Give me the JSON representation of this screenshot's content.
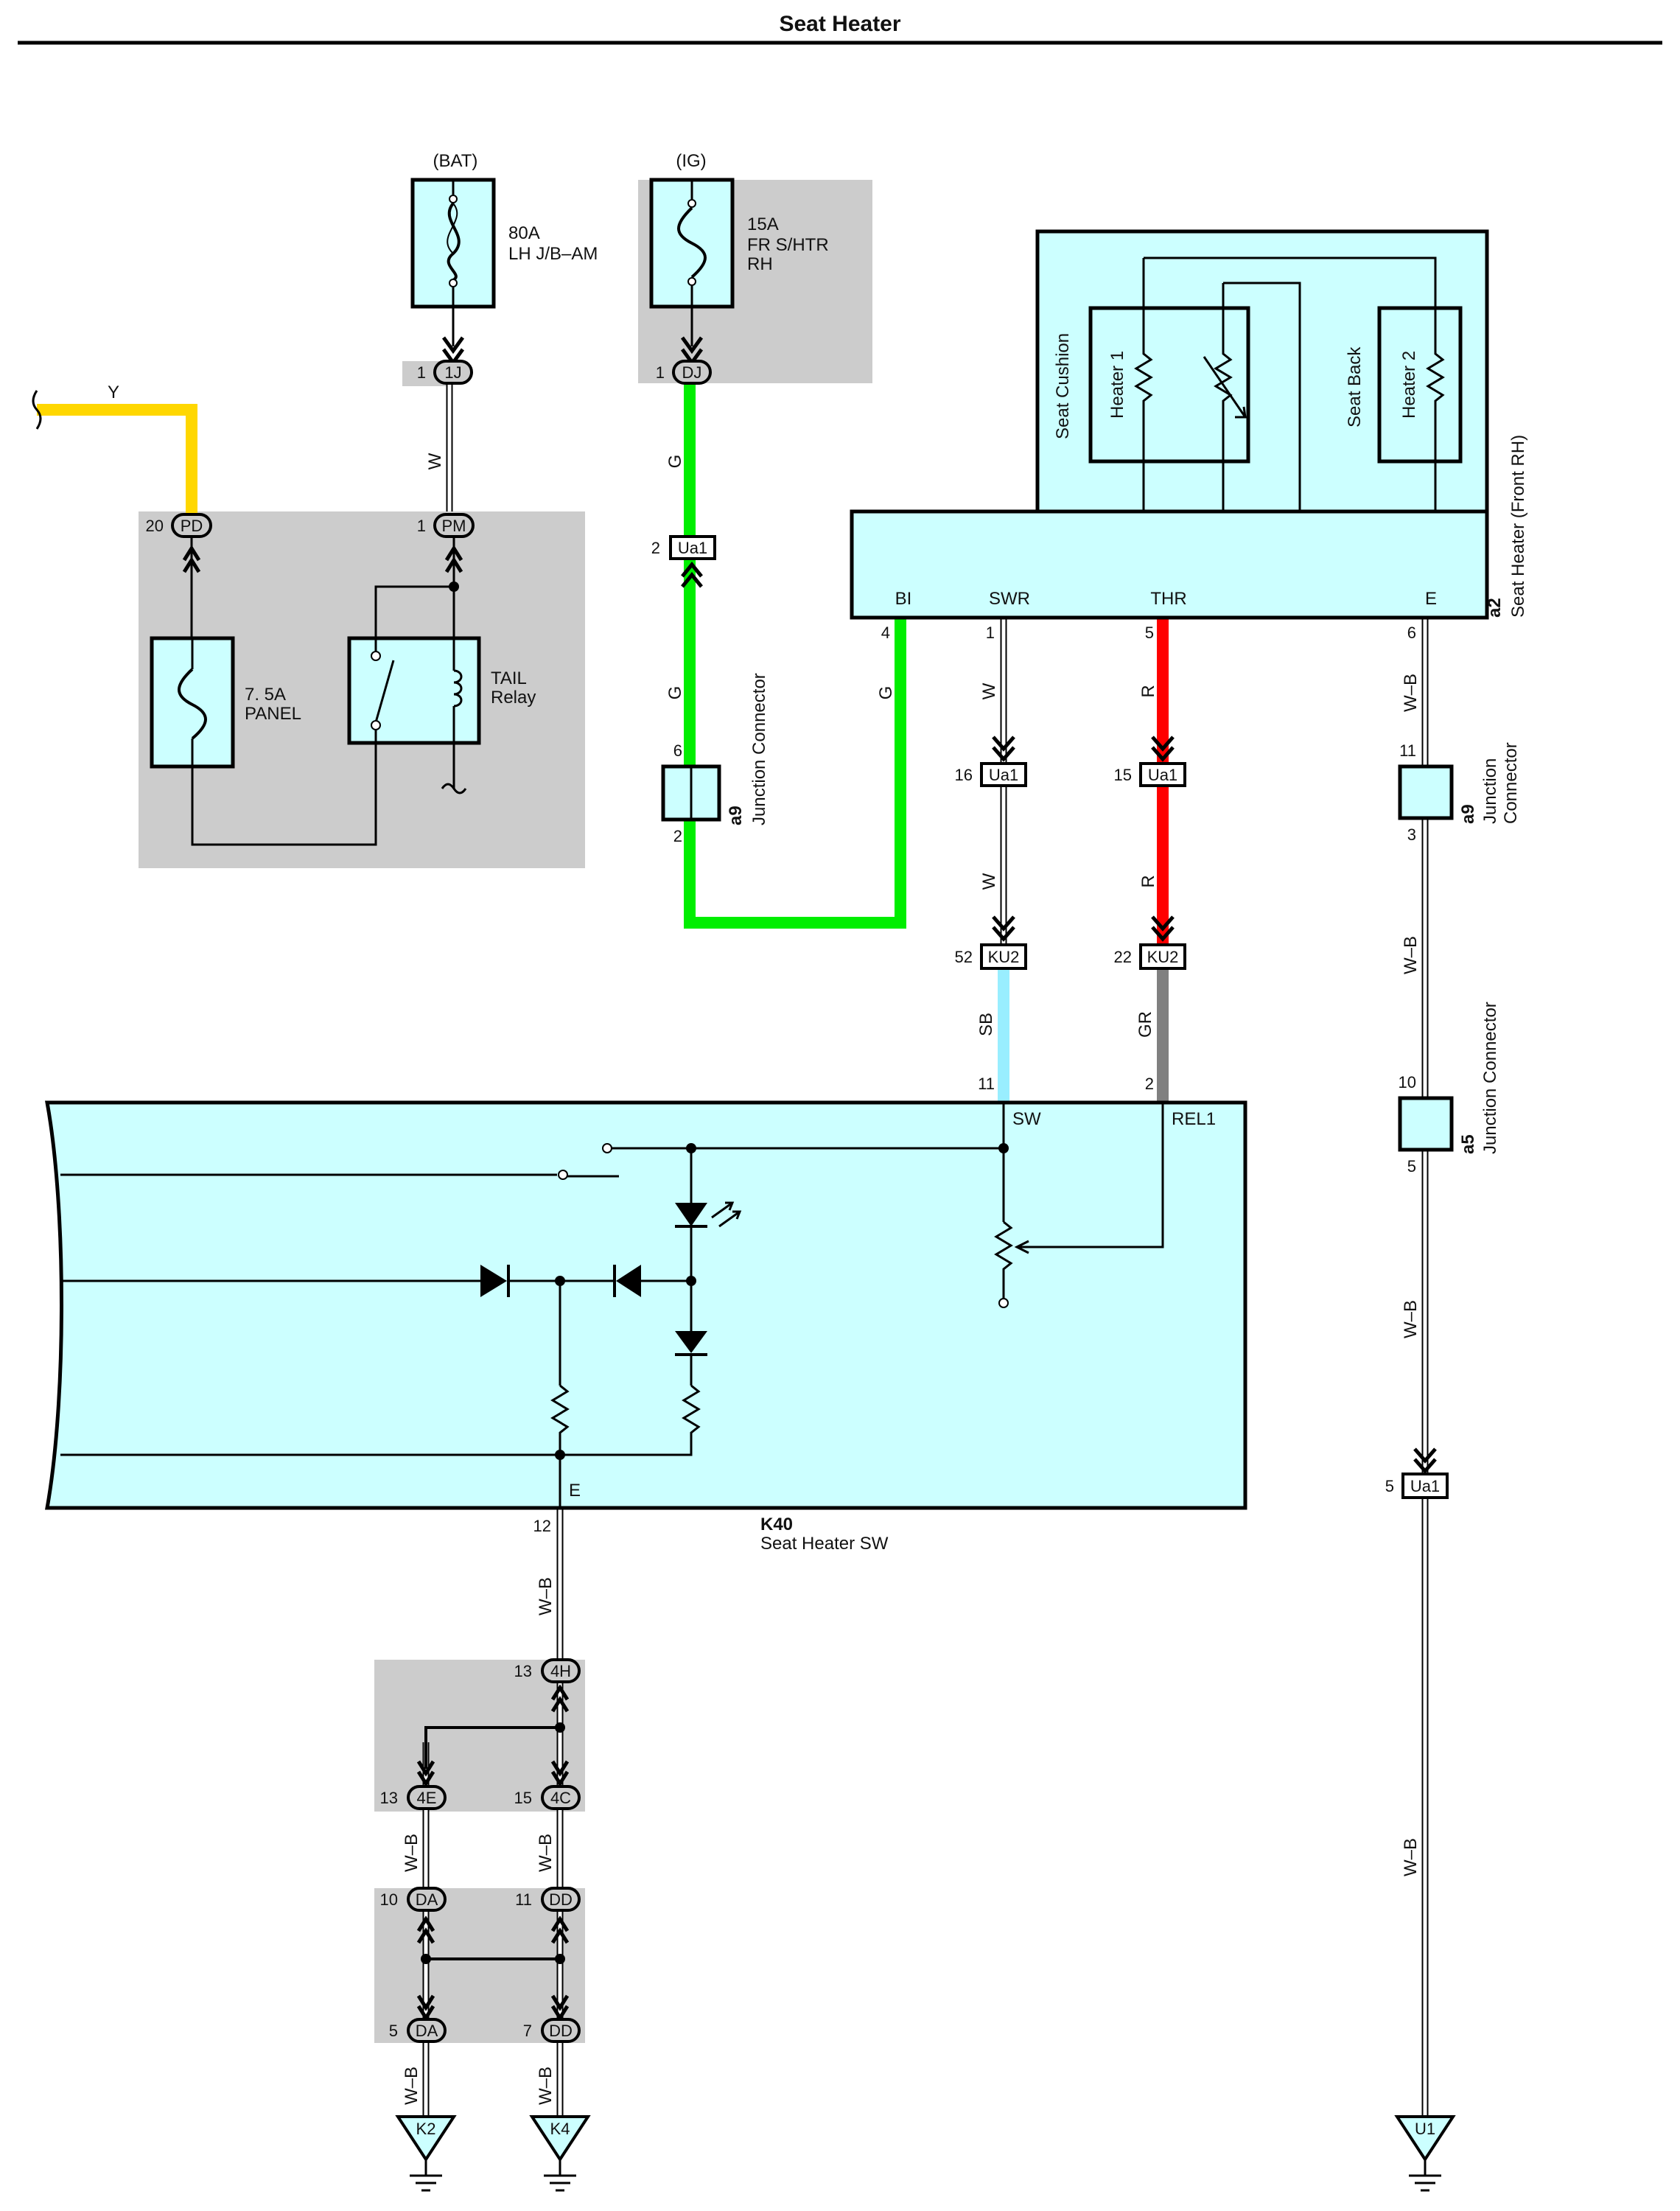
{
  "title": "Seat Heater",
  "sources": {
    "bat": "(BAT)",
    "ig": "(IG)"
  },
  "fuses": {
    "lhjb": {
      "rating": "80A",
      "name": "LH J/B–AM"
    },
    "frshtr": {
      "rating": "15A",
      "name1": "FR S/HTR",
      "name2": "RH"
    },
    "panel": {
      "rating": "7. 5A",
      "name": "PANEL"
    }
  },
  "relay": {
    "name1": "TAIL",
    "name2": "Relay"
  },
  "seat_heater": {
    "code": "a2",
    "name": "Seat Heater (Front RH)",
    "seat_cushion": "Seat Cushion",
    "seat_back": "Seat Back",
    "heater1": "Heater 1",
    "heater2": "Heater 2",
    "terminals": [
      "BI",
      "SWR",
      "THR",
      "E"
    ],
    "pins": [
      "4",
      "1",
      "5",
      "6"
    ]
  },
  "switch": {
    "code": "K40",
    "name": "Seat Heater SW",
    "terminals": {
      "sw": "SW",
      "rel1": "REL1",
      "e": "E"
    },
    "pins": {
      "sw": "11",
      "rel1": "2",
      "e": "12"
    }
  },
  "junctions": {
    "a9": {
      "code": "a9",
      "name": "Junction Connector",
      "pin_top": "6",
      "pin_bottom": "2"
    },
    "a9r": {
      "code": "a9",
      "name1": "Junction",
      "name2": "Connector",
      "pin_top": "11",
      "pin_bottom": "3"
    },
    "a5": {
      "code": "a5",
      "name": "Junction Connector",
      "pin_top": "10",
      "pin_bottom": "5"
    }
  },
  "connectors": [
    {
      "id": "1J",
      "pin": "1"
    },
    {
      "id": "DJ",
      "pin": "1"
    },
    {
      "id": "PD",
      "pin": "20"
    },
    {
      "id": "PM",
      "pin": "1"
    },
    {
      "id": "Ua1",
      "pin": "2"
    },
    {
      "id": "Ua1",
      "pin": "16"
    },
    {
      "id": "Ua1",
      "pin": "15"
    },
    {
      "id": "KU2",
      "pin": "52"
    },
    {
      "id": "KU2",
      "pin": "22"
    },
    {
      "id": "Ua1",
      "pin": "5"
    },
    {
      "id": "4H",
      "pin": "13"
    },
    {
      "id": "4E",
      "pin": "13"
    },
    {
      "id": "4C",
      "pin": "15"
    },
    {
      "id": "DA",
      "pin": "10"
    },
    {
      "id": "DD",
      "pin": "11"
    },
    {
      "id": "DA",
      "pin": "5"
    },
    {
      "id": "DD",
      "pin": "7"
    }
  ],
  "wire_colors": {
    "y": "Y",
    "w": "W",
    "g": "G",
    "r": "R",
    "sb": "SB",
    "gr": "GR",
    "wb": "W–B"
  },
  "grounds": [
    "K2",
    "K4",
    "U1"
  ],
  "colors": {
    "yellow": "#ffd700",
    "green": "#00ee00",
    "red": "#ff0000",
    "sky_blue": "#99eeff",
    "gray": "#808080",
    "component_fill": "#ccffff",
    "relay_block_fill": "#cccccc"
  }
}
